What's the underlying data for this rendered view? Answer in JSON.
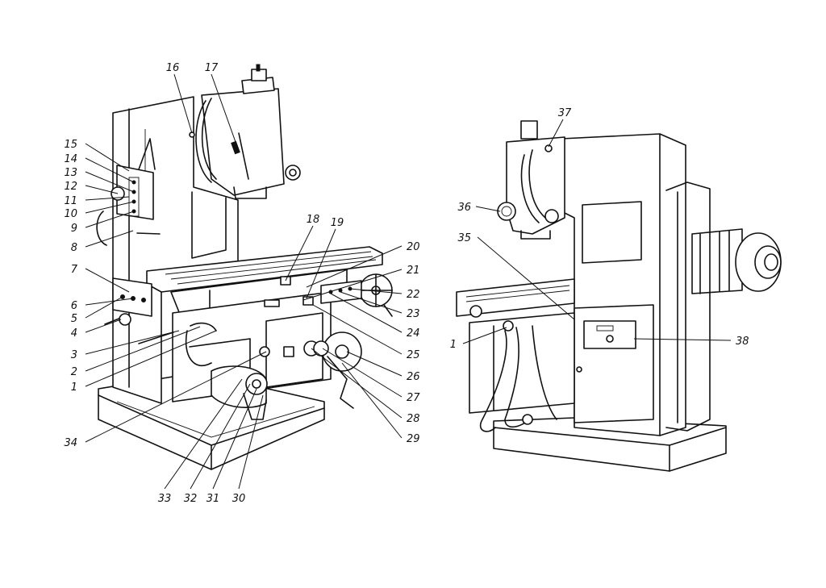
{
  "figure": {
    "left_machine": {
      "callouts": [
        "1",
        "2",
        "3",
        "4",
        "5",
        "6",
        "7",
        "8",
        "9",
        "10",
        "11",
        "12",
        "13",
        "14",
        "15",
        "16",
        "17",
        "18",
        "19",
        "20",
        "21",
        "22",
        "23",
        "24",
        "25",
        "26",
        "27",
        "28",
        "29",
        "30",
        "31",
        "32",
        "33",
        "34"
      ]
    },
    "right_machine": {
      "callouts": [
        "1",
        "35",
        "36",
        "37",
        "38"
      ]
    }
  },
  "colors": {
    "ink": "#111111",
    "paper": "#ffffff"
  }
}
